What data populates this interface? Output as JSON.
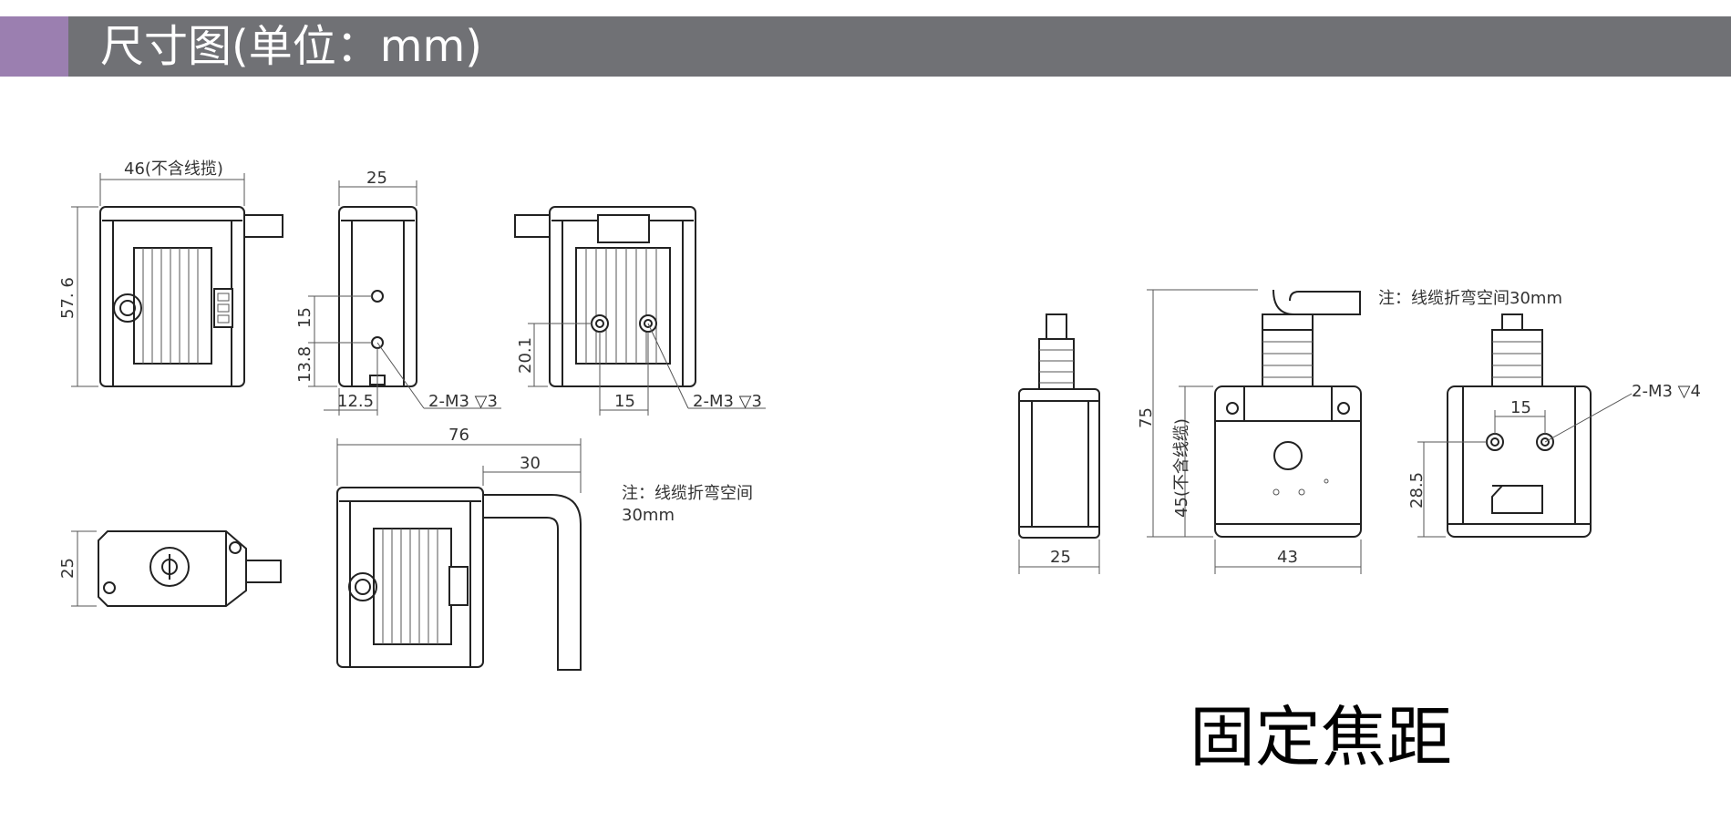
{
  "header": {
    "title": "尺寸图(单位：mm)",
    "accent_color": "#9b7fb0",
    "bar_color": "#707175"
  },
  "caption": "固定焦距",
  "left_views": {
    "front": {
      "width_label": "46(不含线揽)",
      "height_label": "57. 6"
    },
    "side": {
      "width_label": "25",
      "spacing_label": "15",
      "offset_label": "13.8",
      "bottom_label": "12.5",
      "hole_label": "2-M3 ▽3"
    },
    "back": {
      "height_label": "20.1",
      "spacing_label": "15",
      "hole_label": "2-M3 ▽3"
    },
    "bottom": {
      "depth_label": "25"
    },
    "cable": {
      "total_label": "76",
      "bend_label": "30",
      "note_line1": "注：线缆折弯空间",
      "note_line2": "30mm"
    }
  },
  "right_views": {
    "side": {
      "width_label": "25"
    },
    "front": {
      "total_label": "75",
      "body_label": "45(不含线缆)",
      "width_label": "43",
      "note": "注：线缆折弯空间30mm"
    },
    "back": {
      "spacing_label": "15",
      "height_label": "28.5",
      "hole_label": "2-M3 ▽4"
    }
  }
}
